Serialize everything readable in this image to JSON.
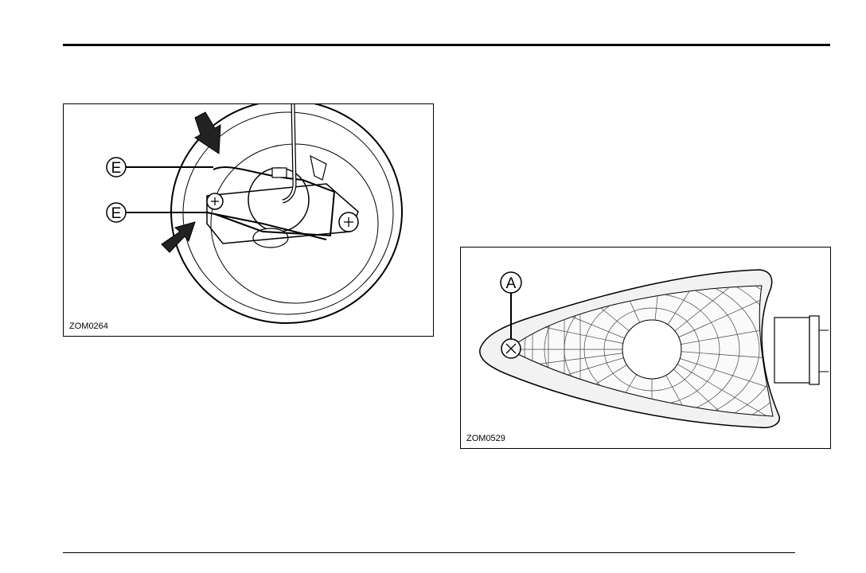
{
  "figures": [
    {
      "code": "ZOM0264",
      "callouts": [
        "E",
        "E"
      ]
    },
    {
      "code": "ZOM0529",
      "callouts": [
        "A"
      ]
    }
  ]
}
